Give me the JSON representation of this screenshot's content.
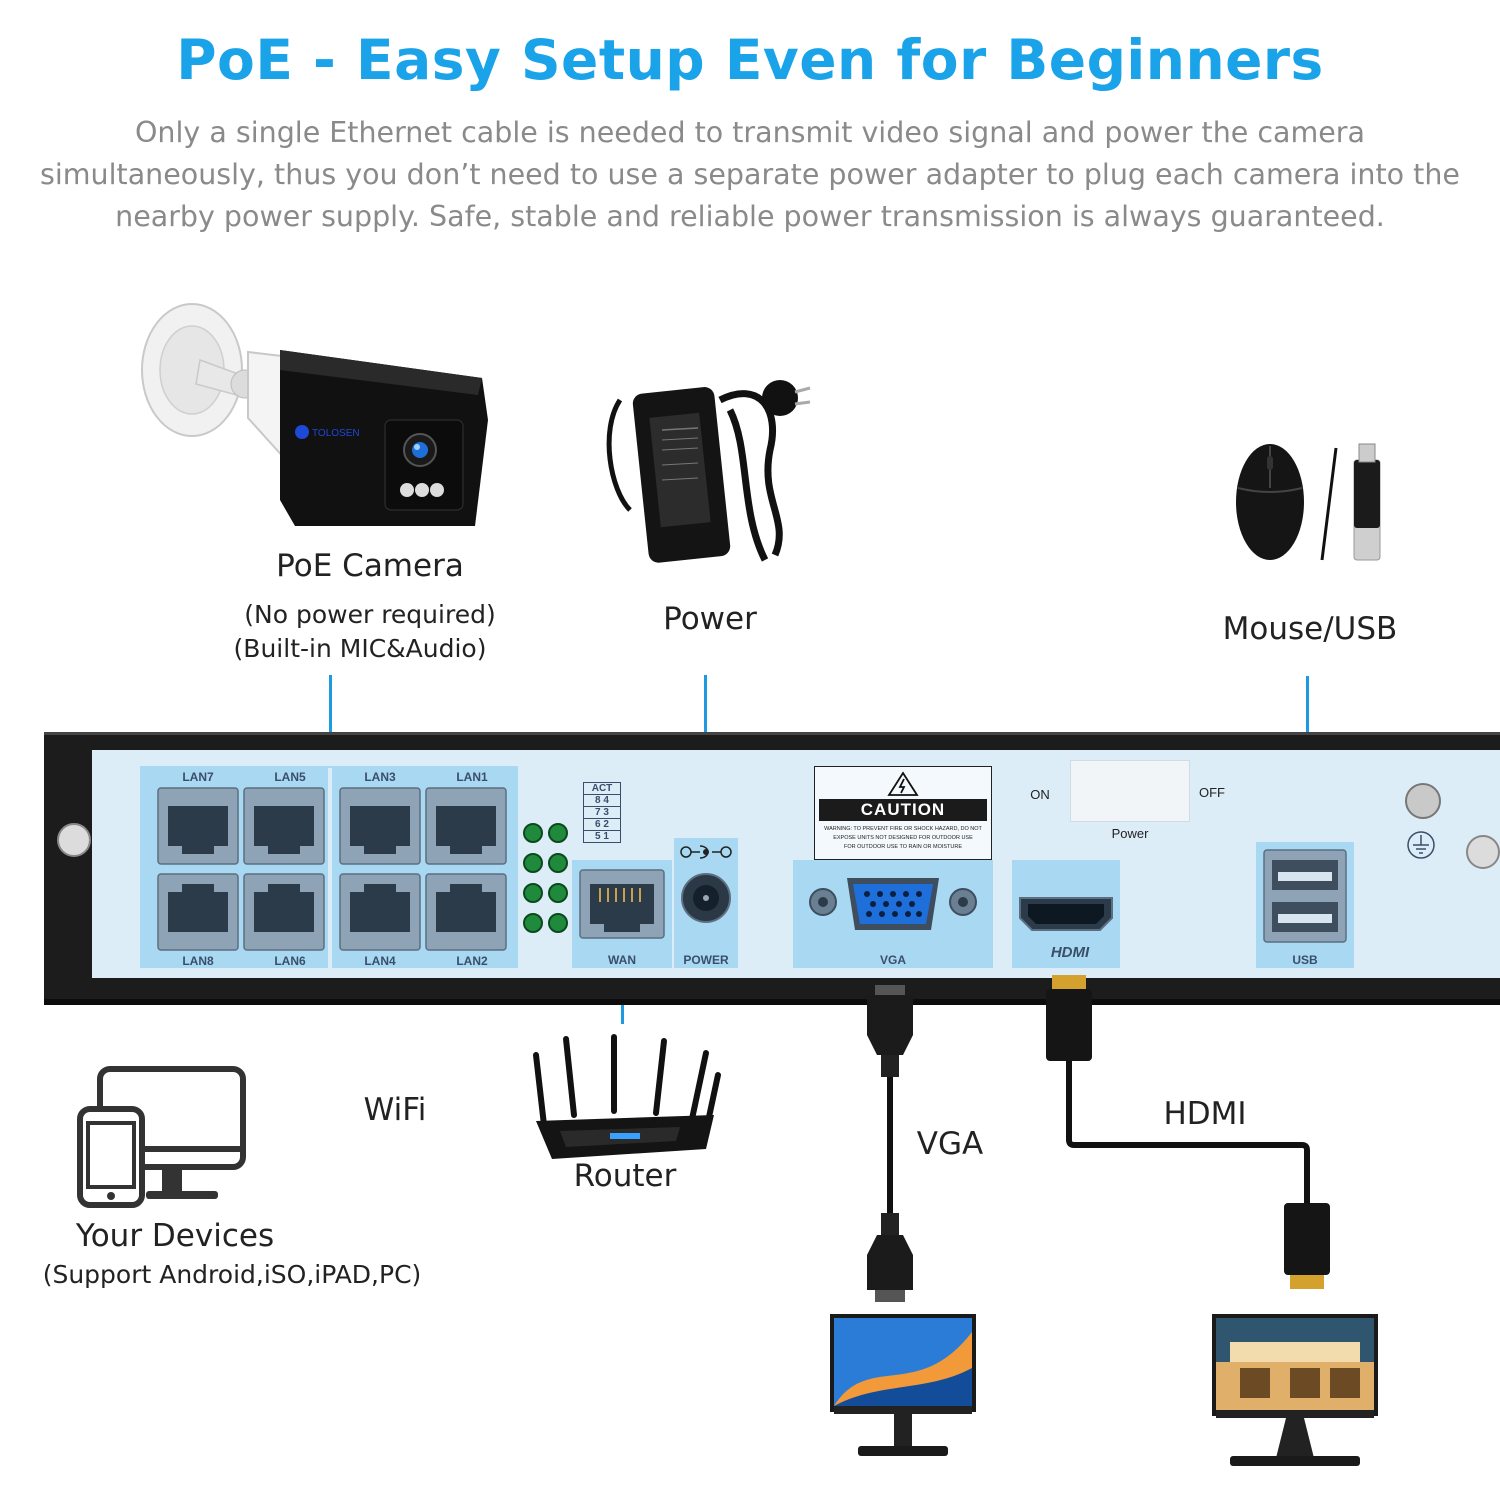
{
  "header": {
    "title": "PoE - Easy Setup Even for Beginners",
    "subtitle": "Only a single Ethernet cable is needed to transmit video signal and power the camera simultaneously, thus you don’t need to use a separate power adapter to plug each camera into the nearby power supply. Safe, stable and reliable power transmission is always guaranteed."
  },
  "components": {
    "camera": {
      "label": "PoE Camera",
      "note1": "(No power required)",
      "note2": "(Built-in MIC&Audio)",
      "brand": "TOLOSEN"
    },
    "power": {
      "label": "Power"
    },
    "mouse_usb": {
      "label": "Mouse/USB"
    },
    "wifi": {
      "label": "WiFi"
    },
    "router": {
      "label": "Router"
    },
    "devices": {
      "label": "Your Devices",
      "note": "(Support Android,iSO,iPAD,PC)"
    },
    "vga": {
      "label": "VGA"
    },
    "hdmi": {
      "label": "HDMI"
    }
  },
  "nvr": {
    "lan_top": [
      "LAN7",
      "LAN5",
      "LAN3",
      "LAN1"
    ],
    "lan_bottom": [
      "LAN8",
      "LAN6",
      "LAN4",
      "LAN2"
    ],
    "act": "ACT",
    "act_pairs": [
      "8 4",
      "7 3",
      "6 2",
      "5 1"
    ],
    "wan": "WAN",
    "power_port": "POWER",
    "vga_port": "VGA",
    "usb_port": "USB",
    "hdmi_logo": "HDMI",
    "caution": "CAUTION",
    "caution_text": [
      "WARNING: TO PREVENT FIRE OR SHOCK HAZARD, DO NOT",
      "EXPOSE UNITS NOT DESIGNED FOR OUTDOOR USE",
      "FOR OUTDOOR USE TO RAIN OR MOISTURE"
    ],
    "switch_on": "ON",
    "switch_off": "OFF",
    "switch_label": "Power"
  },
  "colors": {
    "accent": "#1aa3e8",
    "line": "#1e9be0",
    "panel": "#dcedf8",
    "port_bg": "#a9d9f2",
    "led": "#1f8a3c"
  }
}
